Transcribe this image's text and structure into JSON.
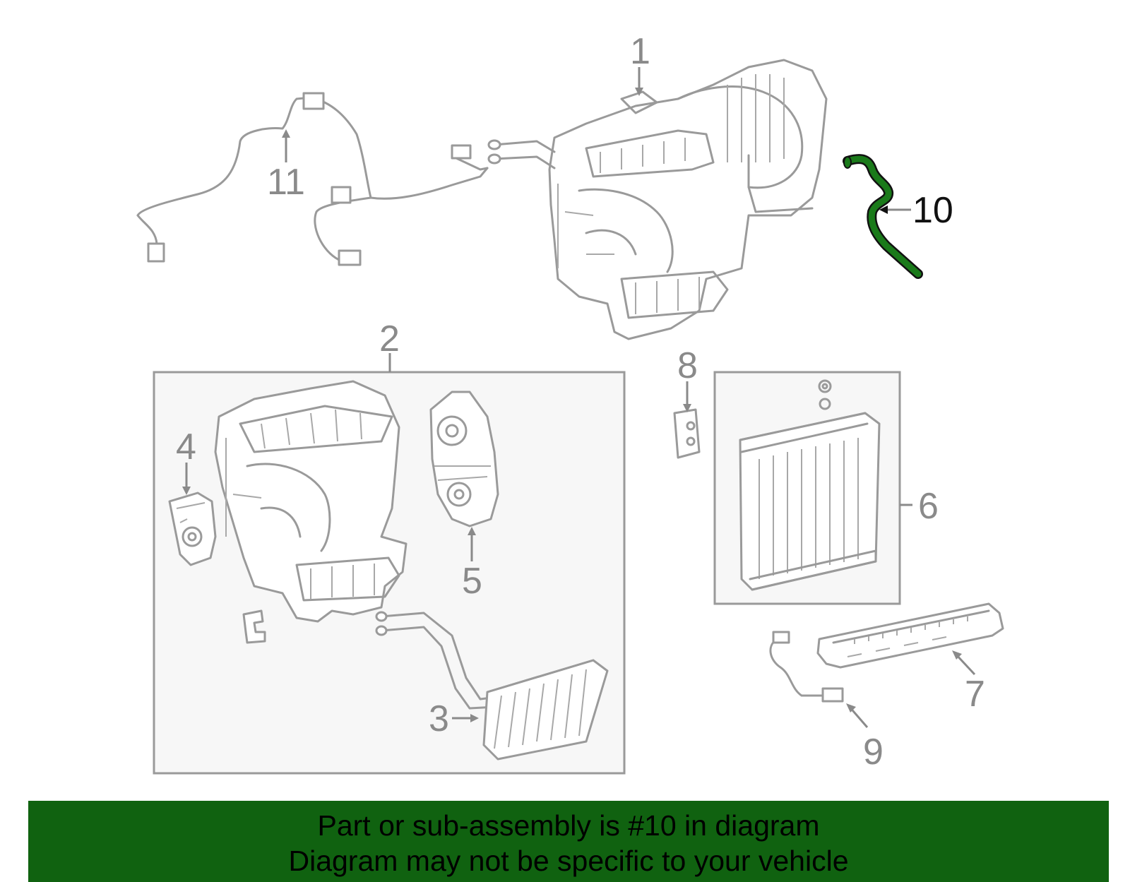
{
  "callouts": {
    "c1": "1",
    "c2": "2",
    "c3": "3",
    "c4": "4",
    "c5": "5",
    "c6": "6",
    "c7": "7",
    "c8": "8",
    "c9": "9",
    "c10": "10",
    "c11": "11"
  },
  "highlight": {
    "part_number": "10",
    "color": "#1a7a1a"
  },
  "banner": {
    "line1": "Part or sub-assembly is #10 in diagram",
    "line2": "Diagram may not be specific to your vehicle",
    "background": "#106210"
  }
}
